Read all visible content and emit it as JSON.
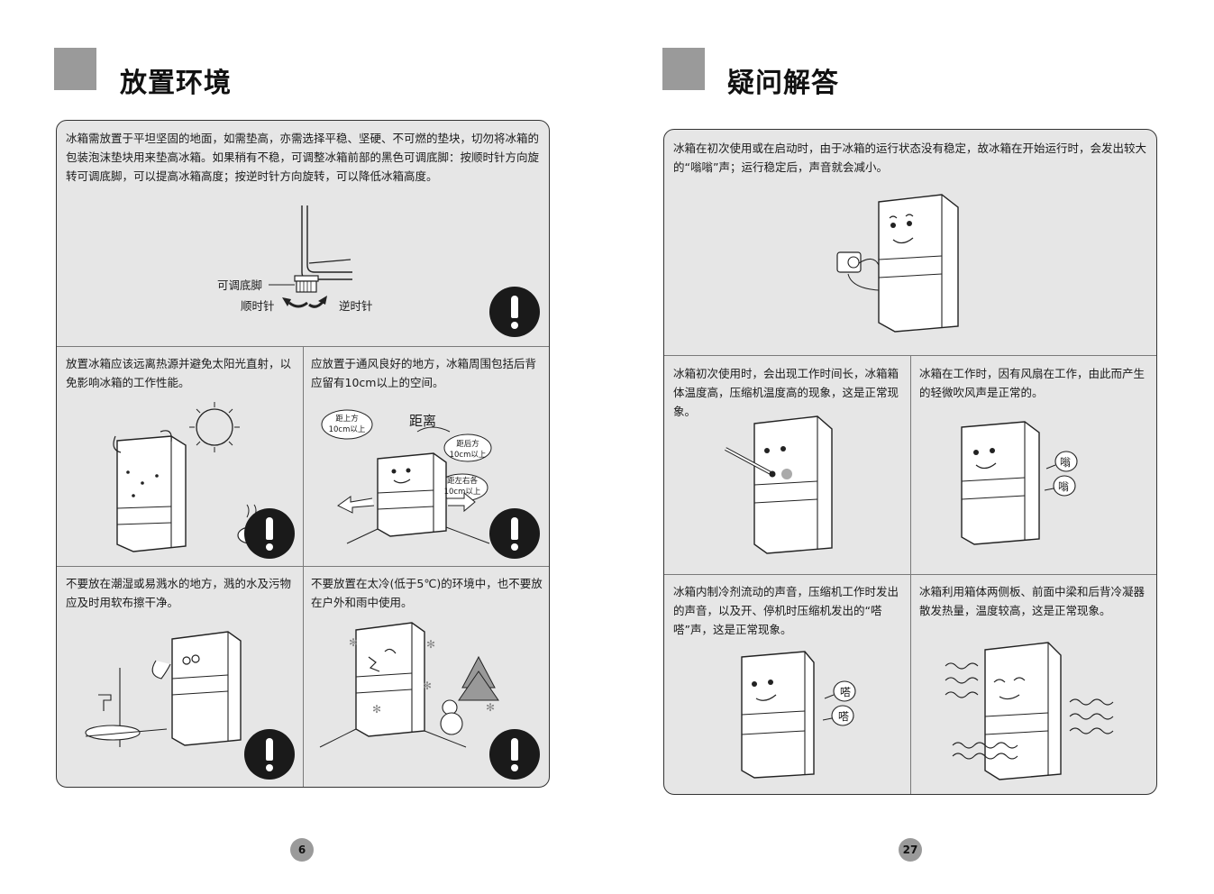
{
  "left_page": {
    "title": "放置环境",
    "page_number": "6",
    "top_cell": {
      "text": "冰箱需放置于平坦坚固的地面，如需垫高，亦需选择平稳、坚硬、不可燃的垫块，切勿将冰箱的包装泡沫垫块用来垫高冰箱。如果稍有不稳，可调整冰箱前部的黑色可调底脚：按顺时针方向旋转可调底脚，可以提高冰箱高度；按逆时针方向旋转，可以降低冰箱高度。",
      "labels": {
        "foot": "可调底脚",
        "clockwise": "顺时针",
        "counterclockwise": "逆时针"
      }
    },
    "middle_left": {
      "text": "放置冰箱应该远离热源并避免太阳光直射，以免影响冰箱的工作性能。"
    },
    "middle_right": {
      "text": "应放置于通风良好的地方，冰箱周围包括后背应留有10cm以上的空间。",
      "labels": {
        "distance": "距离",
        "top_line1": "距上方",
        "top_line2": "10cm以上",
        "back_line1": "距后方",
        "back_line2": "10cm以上",
        "side_line1": "距左右各",
        "side_line2": "10cm以上"
      }
    },
    "bottom_left": {
      "text": "不要放在潮湿或易溅水的地方，溅的水及污物应及时用软布擦干净。"
    },
    "bottom_right": {
      "text": "不要放置在太冷(低于5℃)的环境中，也不要放在户外和雨中使用。"
    }
  },
  "right_page": {
    "title": "疑问解答",
    "page_number": "27",
    "top_cell": {
      "text": "冰箱在初次使用或在启动时，由于冰箱的运行状态没有稳定，故冰箱在开始运行时，会发出较大的“嗡嗡”声；运行稳定后，声音就会减小。"
    },
    "middle_left": {
      "text": "冰箱初次使用时，会出现工作时间长，冰箱箱体温度高，压缩机温度高的现象，这是正常现象。"
    },
    "middle_right": {
      "text": "冰箱在工作时，因有风扇在工作，由此而产生的轻微吹风声是正常的。",
      "sound": "嗡"
    },
    "bottom_left": {
      "text": "冰箱内制冷剂流动的声音，压缩机工作时发出的声音，以及开、停机时压缩机发出的“嗒嗒”声，这是正常现象。",
      "sound": "嗒"
    },
    "bottom_right": {
      "text": "冰箱利用箱体两侧板、前面中梁和后背冷凝器散发热量，温度较高，这是正常现象。"
    }
  }
}
